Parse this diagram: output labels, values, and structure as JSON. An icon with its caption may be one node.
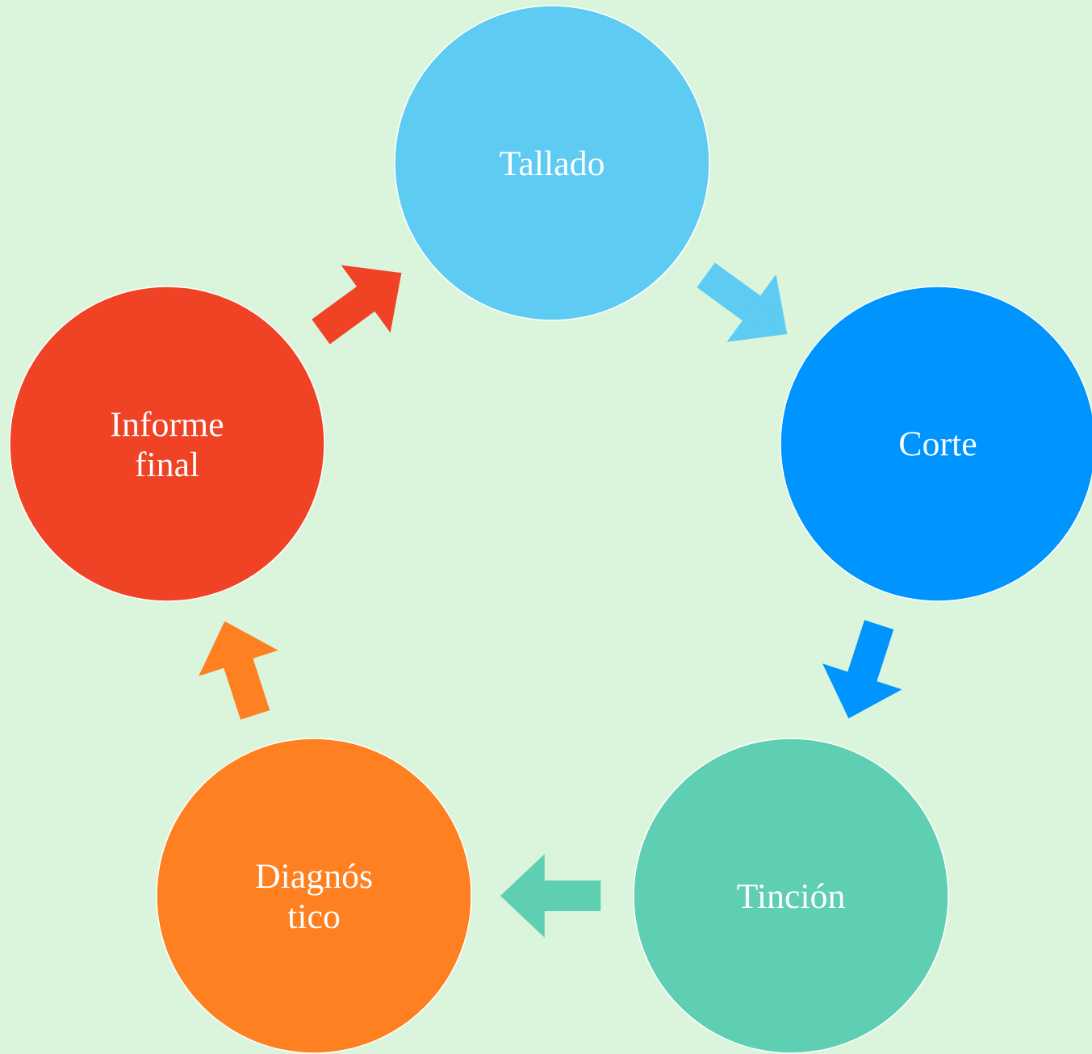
{
  "diagram": {
    "nodes": [
      {
        "text": [
          "Tallado"
        ]
      },
      {
        "text": [
          "Corte"
        ]
      },
      {
        "text": [
          "Tinción"
        ]
      },
      {
        "text": [
          "Diagnós tico"
        ]
      },
      {
        "text": [
          "Informe final"
        ]
      }
    ],
    "edges": [
      {
        "from": 0,
        "to": 1,
        "arrow": "to",
        "color": "#5ecbf3"
      },
      {
        "from": 1,
        "to": 2,
        "arrow": "to",
        "color": "#0094fe"
      },
      {
        "from": 2,
        "to": 3,
        "arrow": "to",
        "color": "#5ecfb2"
      },
      {
        "from": 3,
        "to": 4,
        "arrow": "to",
        "color": "#fe8021"
      },
      {
        "from": 4,
        "to": 0,
        "arrow": "to",
        "color": "#f04325"
      }
    ]
  }
}
